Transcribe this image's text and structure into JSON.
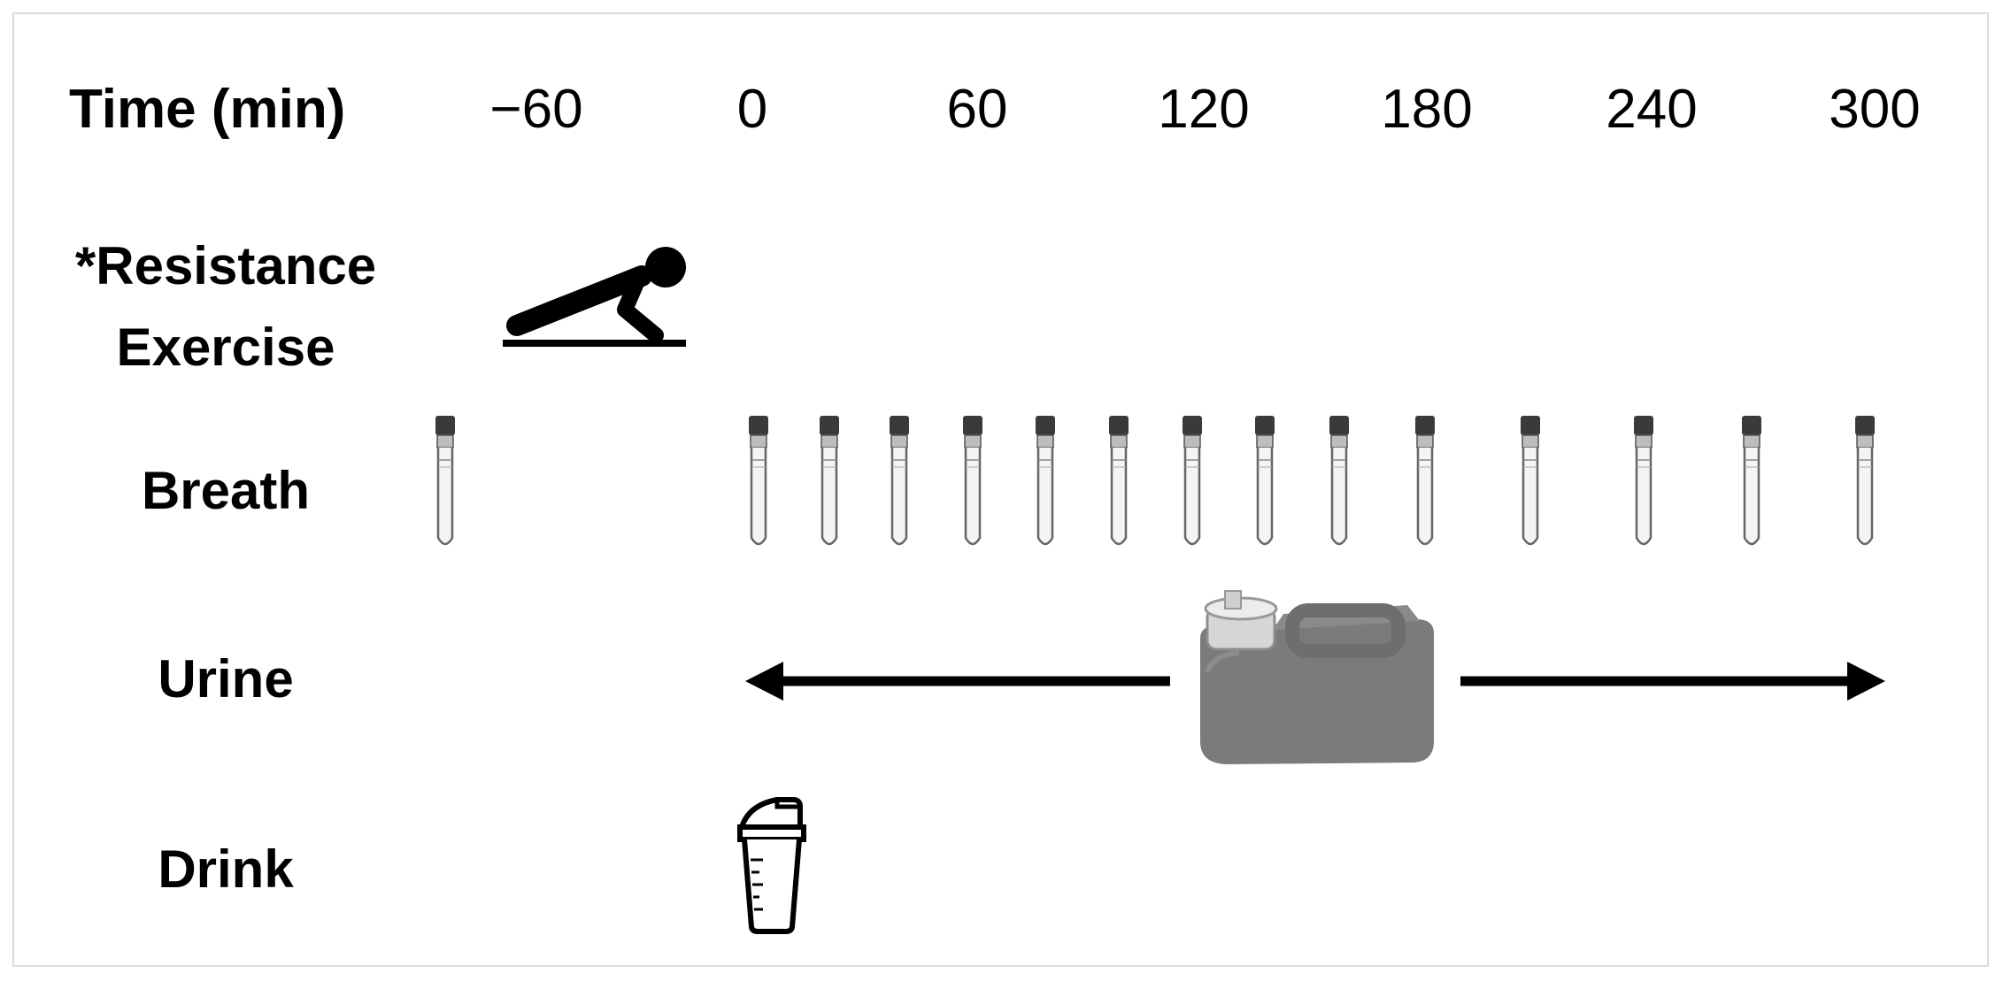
{
  "header": {
    "time_label": "Time (min)"
  },
  "time_ticks": [
    {
      "label": "−60",
      "value": -60
    },
    {
      "label": "0",
      "value": 0
    },
    {
      "label": "60",
      "value": 60
    },
    {
      "label": "120",
      "value": 120
    },
    {
      "label": "180",
      "value": 180
    },
    {
      "label": "240",
      "value": 240
    },
    {
      "label": "300",
      "value": 300
    }
  ],
  "rows": {
    "exercise": {
      "line1": "*Resistance",
      "line2": "Exercise"
    },
    "breath": "Breath",
    "urine": "Urine",
    "drink": "Drink"
  },
  "breath_sample_count": 15,
  "icons": {
    "exercise": "push-up-figure-icon",
    "breath": "breath-sample-tube-icon",
    "urine": "urine-collection-container-icon",
    "drink": "shaker-bottle-icon"
  },
  "colors": {
    "text": "#000000",
    "container": "#7f7f7f",
    "frame": "#dcdcdc"
  }
}
